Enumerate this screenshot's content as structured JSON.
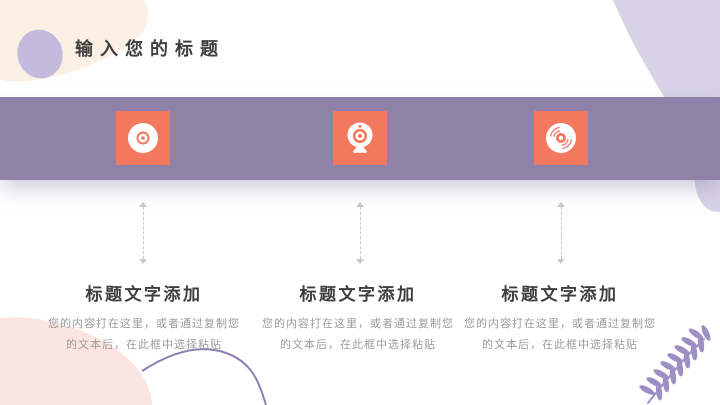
{
  "slide_title": "输入您的标题",
  "columns": [
    {
      "icon": "cd-icon",
      "heading": "标题文字添加",
      "body_line1": "您的内容打在这里，或者通过复制您",
      "body_line2": "的文本后，在此框中选择粘贴"
    },
    {
      "icon": "webcam-icon",
      "heading": "标题文字添加",
      "body_line1": "您的内容打在这里，或者通过复制您",
      "body_line2": "的文本后，在此框中选择粘贴"
    },
    {
      "icon": "vinyl-record-icon",
      "heading": "标题文字添加",
      "body_line1": "您的内容打在这里，或者通过复制您",
      "body_line2": "的文本后，在此框中选择粘贴"
    }
  ],
  "colors": {
    "band": "#8F82A8",
    "icon_bg": "#F3785E",
    "icon_fg": "#FFFFFF",
    "title_text": "#3F3F3F",
    "heading_text": "#3E3E3E",
    "body_text": "#9B9B9B",
    "blob_cream": "#FAF0E4",
    "blob_lavender_small": "#C4BADD",
    "blob_lavender_large": "#D7D2E6",
    "blob_pink": "#FBE4E1",
    "leaf": "#9D8FC3",
    "curve": "#8E7FB3",
    "arrow": "#C8C8CC"
  }
}
